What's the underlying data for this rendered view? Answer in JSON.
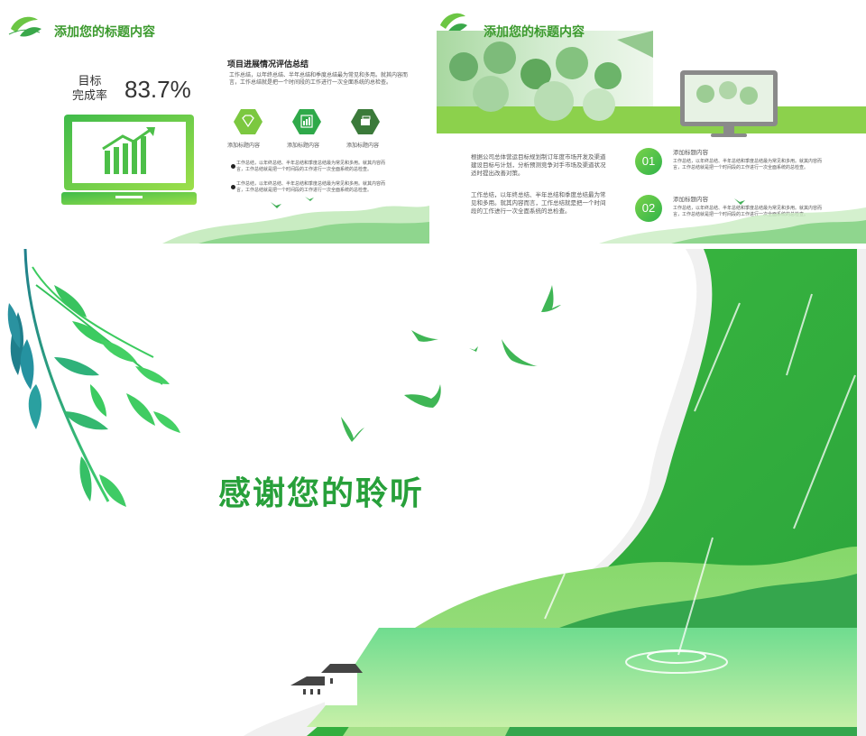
{
  "slide1": {
    "title": "添加您的标题内容",
    "rate_label_1": "目标",
    "rate_label_2": "完成率",
    "rate_value": "83.7%",
    "heading": "项目进展情况评估总结",
    "intro": "工作总结，以年终总结、半年总结和季度总结最为常见和多用。就其内容而言，工作总结就是把一个时间段的工作进行一次全面系统的总检查。",
    "icon_labels": [
      "添加标题内容",
      "添加标题内容",
      "添加标题内容"
    ],
    "bullets": [
      "工作总结，以年终总结、半年总结和季度总结最为常见和多用。就其内容而言，工作总结就是把一个时间段的工作进行一次全面系统的总检查。",
      "工作总结，以年终总结、半年总结和季度总结最为常见和多用。就其内容而言，工作总结就是把一个时间段的工作进行一次全面系统的总检查。"
    ]
  },
  "slide2": {
    "title": "添加您的标题内容",
    "para1": "根据公司总体营运目标规划制订年度市场开发及渠道建设目标与计划，分析预测竞争对手市场及渠道状况适时提出改善对策。",
    "para2": "工作总结，以年终总结、半年总结和季度总结最为常见和多用。就其内容而言，工作总结就是把一个时间段的工作进行一次全面系统的总检查。",
    "items": [
      {
        "num": "01",
        "title": "添加标题内容",
        "text": "工作总结，以年终总结、半年总结和季度总结最为常见和多用。就其内容而言，工作总结就是把一个时间段的工作进行一次全面系统的总检查。"
      },
      {
        "num": "02",
        "title": "添加标题内容",
        "text": "工作总结，以年终总结、半年总结和季度总结最为常见和多用。就其内容而言，工作总结就是把一个时间段的工作进行一次全面系统的总检查。"
      }
    ]
  },
  "slide3": {
    "thanks": "感谢您的聆听"
  },
  "colors": {
    "primary_green": "#2fb34a",
    "light_green": "#8dd84a",
    "dark_green": "#1f8f3a",
    "title_green": "#3c9a2e"
  },
  "icons": [
    "leaf-logo-icon",
    "diamond-icon",
    "chart-icon",
    "monitor-icon",
    "bird-icon",
    "willow-branch-icon",
    "house-icon",
    "laptop-chart-icon"
  ]
}
